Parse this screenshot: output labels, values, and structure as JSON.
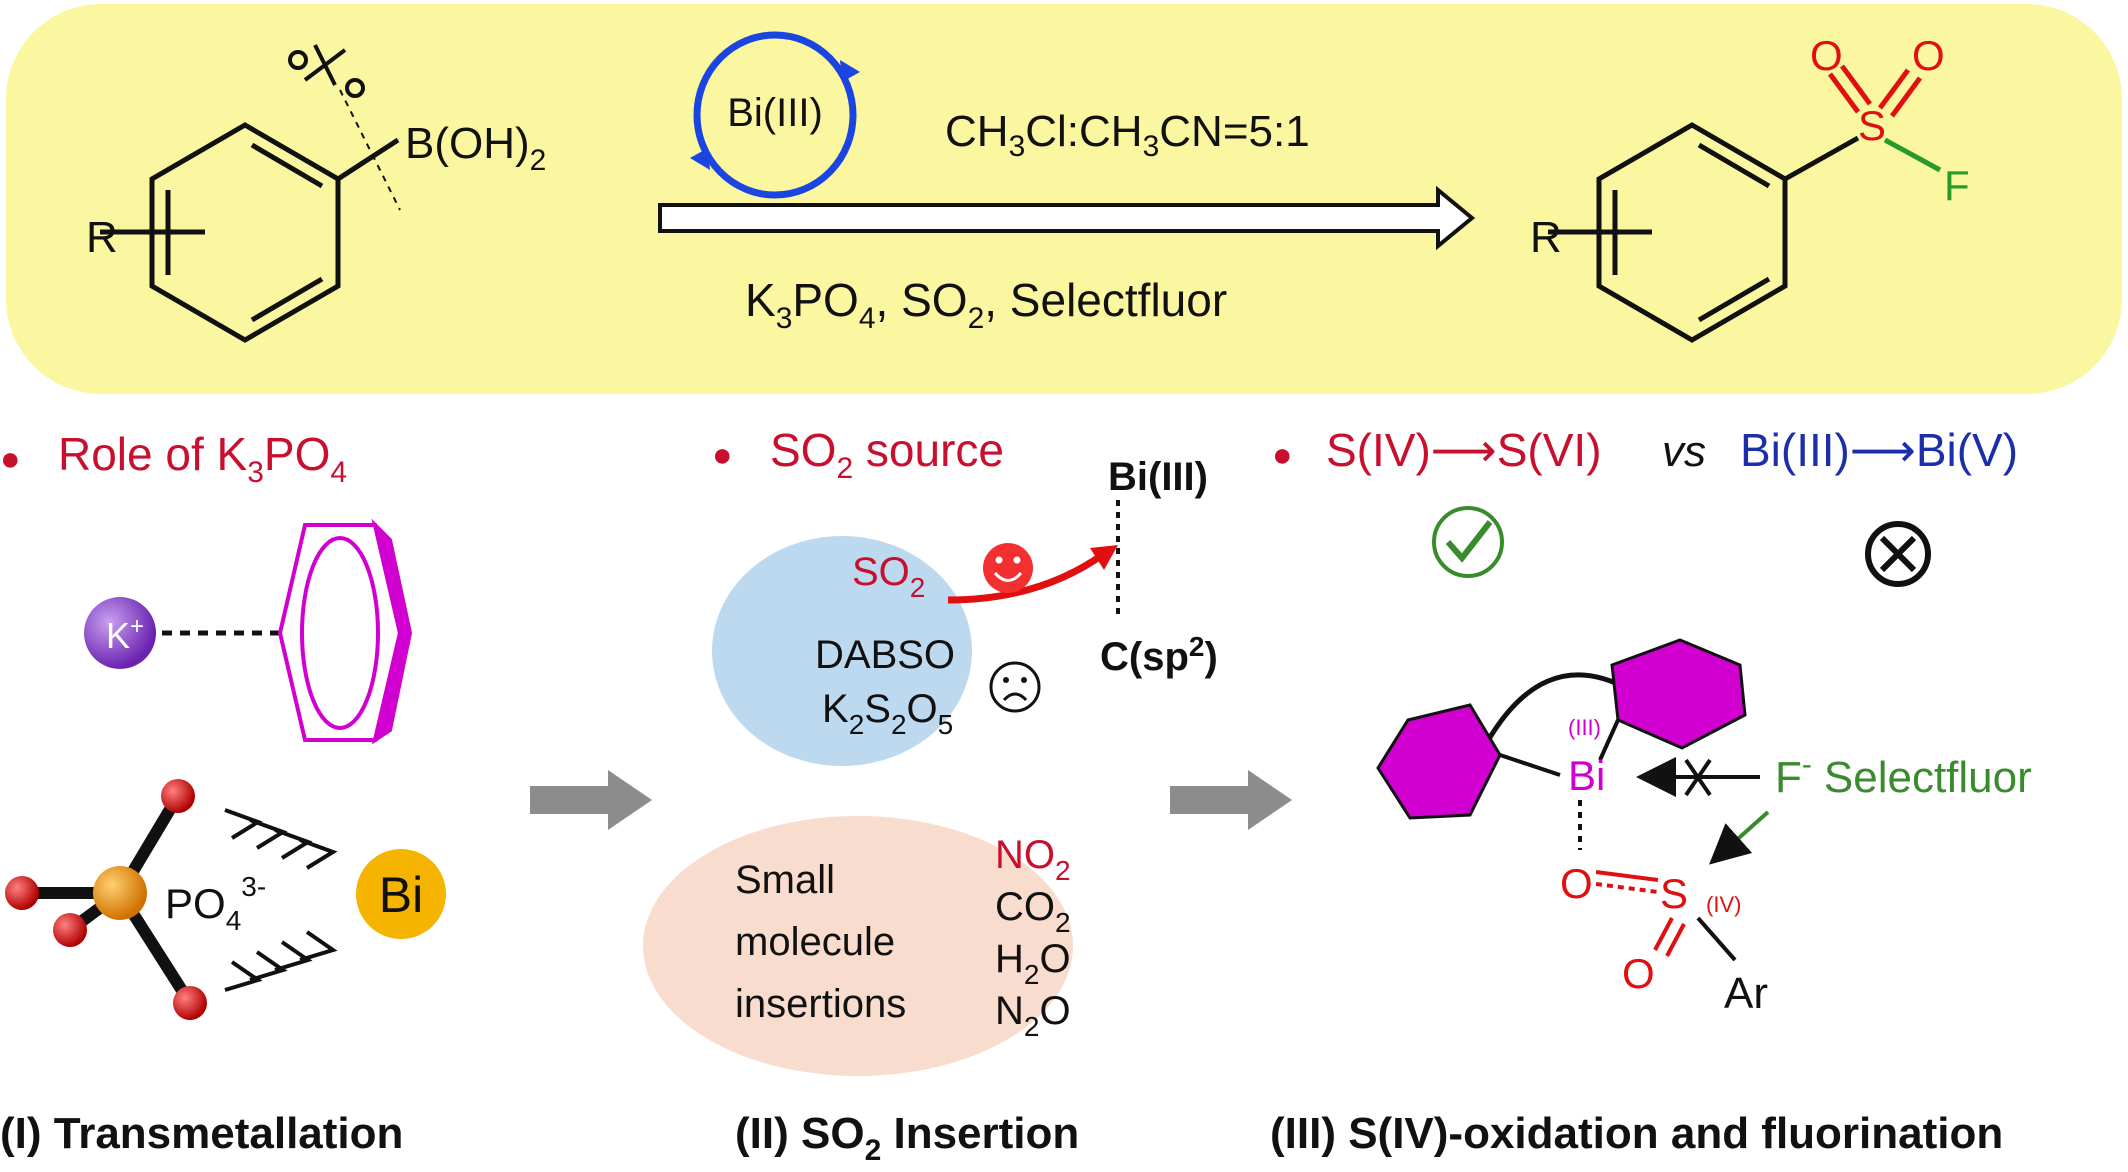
{
  "colors": {
    "banner": "#fbf6a0",
    "red": "#c8102e",
    "blue": "#1c2fa8",
    "green": "#3a8a2e",
    "magenta": "#d100d1",
    "bubble_blue": "#bcd9f0",
    "bubble_peach": "#f8dccd",
    "gray_arrow": "#8c8c8c",
    "potassium": "#8a3fd0",
    "bismuth": "#f4b400",
    "phosphorus": "#f0a020",
    "oxygen": "#e01010"
  },
  "reaction": {
    "reactant_group": "B(OH)",
    "reactant_group_sub": "2",
    "r_left": "R",
    "r_right": "R",
    "catalyst": "Bi(III)",
    "solvent": "CH",
    "solvent_rest_1": "Cl:CH",
    "solvent_rest_2": "CN=5:1",
    "solvent_sub_1": "3",
    "solvent_sub_2": "3",
    "reagents_k": "K",
    "reagents_k_sub": "3",
    "reagents_po": "PO",
    "reagents_po_sub": "4",
    "reagents_so": ", SO",
    "reagents_so_sub": "2",
    "reagents_rest": ", Selectfluor",
    "product_o1": "O",
    "product_o2": "O",
    "product_s": "S",
    "product_f": "F"
  },
  "panel1": {
    "bullet": "●",
    "heading": "Role of K",
    "heading_sub": "3",
    "heading_rest": "PO",
    "heading_sub2": "4",
    "k_label": "K",
    "k_sup": "+",
    "po4": "PO",
    "po4_sub": "4",
    "po4_sup": "3-",
    "bi": "Bi",
    "caption": "(I) Transmetallation"
  },
  "panel2": {
    "bullet": "●",
    "heading": "SO",
    "heading_sub": "2",
    "heading_rest": " source",
    "bi3": "Bi(III)",
    "csp2": "C(sp",
    "csp2_sup": "2",
    "csp2_end": ")",
    "so2": "SO",
    "so2_sub": "2",
    "dabso": "DABSO",
    "k2s2o5_a": "K",
    "k2s2o5_b": "S",
    "k2s2o5_c": "O",
    "k2s2o5_s1": "2",
    "k2s2o5_s2": "2",
    "k2s2o5_s3": "5",
    "small": "Small",
    "molecule": "molecule",
    "insertions": "insertions",
    "gases": [
      {
        "a": "NO",
        "s": "2",
        "b": ""
      },
      {
        "a": "CO",
        "s": "2",
        "b": ""
      },
      {
        "a": "H",
        "s": "2",
        "b": "O"
      },
      {
        "a": "N",
        "s": "2",
        "b": "O"
      }
    ],
    "caption_a": "(II) SO",
    "caption_sub": "2",
    "caption_b": " Insertion"
  },
  "panel3": {
    "bullet": "●",
    "heading_red": "S(IV)⟶S(VI)",
    "vs": "vs",
    "heading_blue": "Bi(III)⟶Bi(V)",
    "bi_ox": "(III)",
    "bi": "Bi",
    "f": "F",
    "f_sup": "-",
    "selectfluor": "Selectfluor",
    "o": "O",
    "s": "S",
    "s_ox": "(IV)",
    "o2": "O",
    "ar": "Ar",
    "caption": "(III) S(IV)-oxidation and fluorination"
  }
}
